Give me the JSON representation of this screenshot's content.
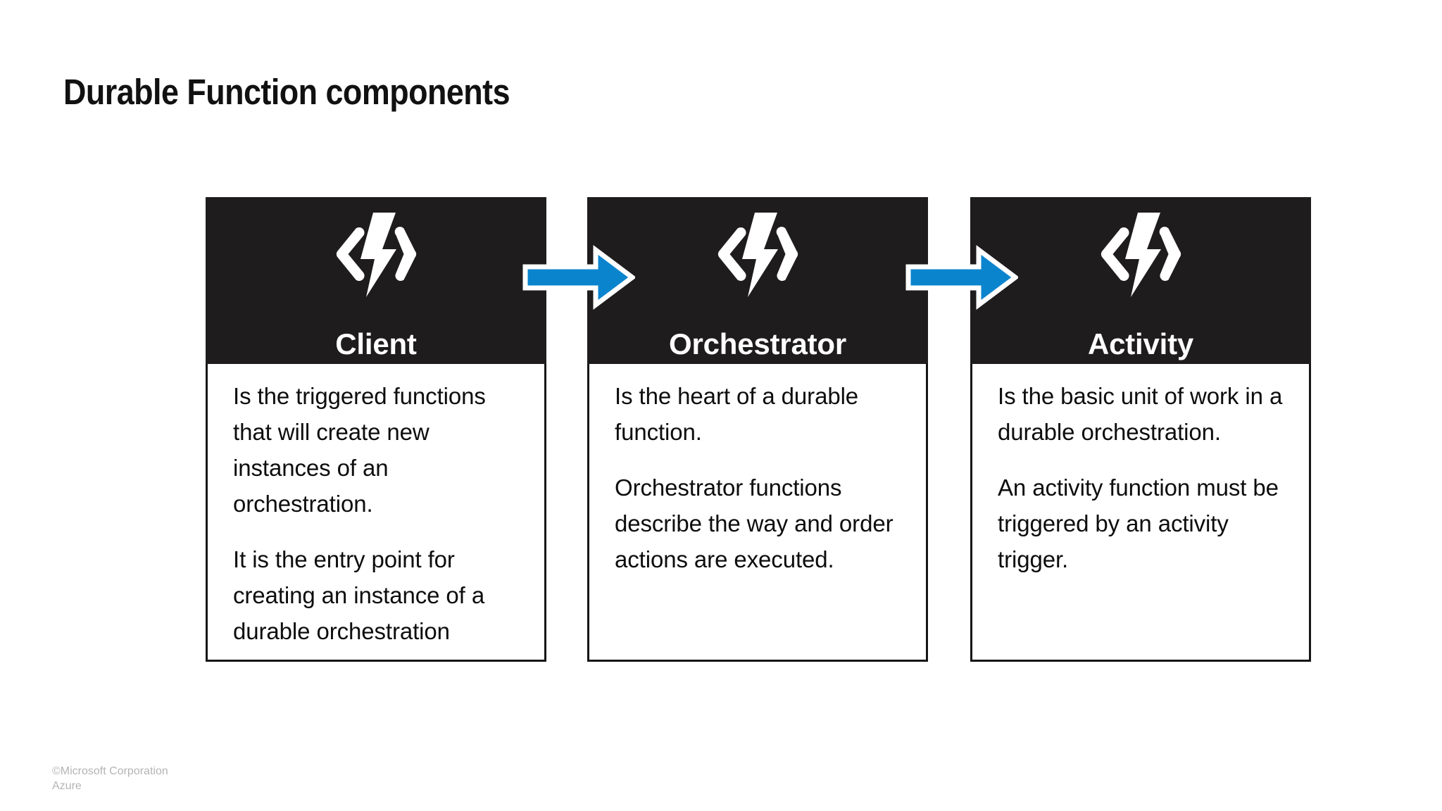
{
  "slide": {
    "title": "Durable Function components",
    "background_color": "#FFFFFF",
    "accent_color": "#0B84CE",
    "header_color": "#1E1C1C"
  },
  "cards": [
    {
      "id": "client",
      "title": "Client",
      "icon": "azure-functions-icon",
      "paragraphs": [
        "Is the triggered functions that will create new instances of an orchestration.",
        "It is the entry point for creating an instance of a durable orchestration"
      ]
    },
    {
      "id": "orchestrator",
      "title": "Orchestrator",
      "icon": "azure-functions-icon",
      "paragraphs": [
        "Is the heart of a durable function.",
        "Orchestrator functions describe the way and order actions are executed."
      ]
    },
    {
      "id": "activity",
      "title": "Activity",
      "icon": "azure-functions-icon",
      "paragraphs": [
        "Is the basic unit of work in a durable orchestration.",
        "An activity function must be triggered by an activity trigger."
      ]
    }
  ],
  "connectors": [
    {
      "id": "client-to-orchestrator",
      "icon": "arrow-right-icon",
      "color": "#0B84CE"
    },
    {
      "id": "orchestrator-to-activity",
      "icon": "arrow-right-icon",
      "color": "#0B84CE"
    }
  ],
  "footer": {
    "line1": "©Microsoft Corporation",
    "line2": "Azure"
  }
}
